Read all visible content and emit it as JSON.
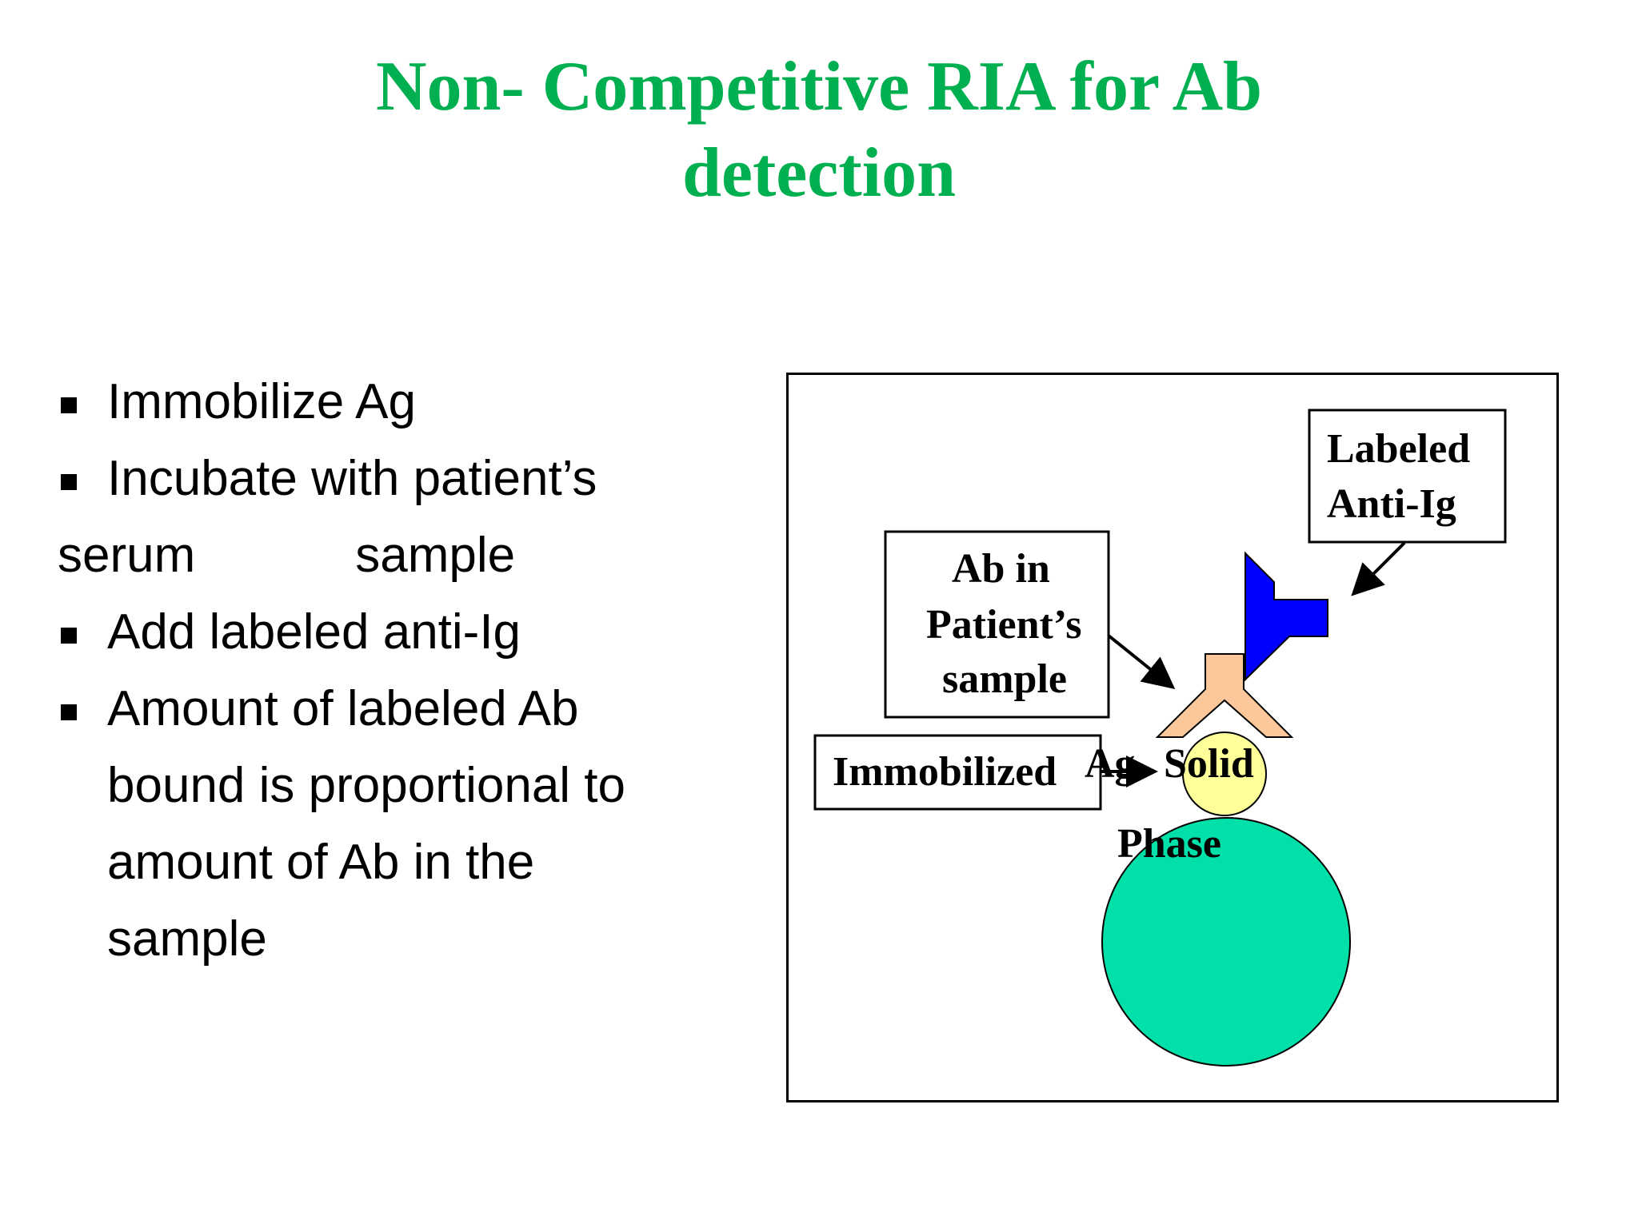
{
  "slide": {
    "title_line1": "Non- Competitive RIA for Ab",
    "title_line2": "detection",
    "accent_color": "#00b050"
  },
  "bullets": [
    {
      "text": "Immobilize Ag"
    },
    {
      "text_line1": "Incubate with patient’s",
      "text_line2a": "serum",
      "text_line2b": "sample"
    },
    {
      "text": "Add labeled anti-Ig"
    },
    {
      "lines": [
        "Amount of labeled Ab",
        "bound is proportional to",
        "amount of Ab in the",
        "sample"
      ]
    }
  ],
  "diagram": {
    "labels": {
      "labeled_anti_ig": [
        "Labeled",
        "Anti-Ig"
      ],
      "ab_in_patient": [
        "Ab in",
        "Patient’s",
        "sample"
      ],
      "immobilized": "Immobilized",
      "ag": "Ag",
      "solid": "Solid",
      "phase": "Phase"
    },
    "colors": {
      "solid_phase": "#00e0a8",
      "antigen": "#ffff99",
      "patient_ab": "#fcc89b",
      "labeled_anti_ig": "#0000ff"
    }
  }
}
